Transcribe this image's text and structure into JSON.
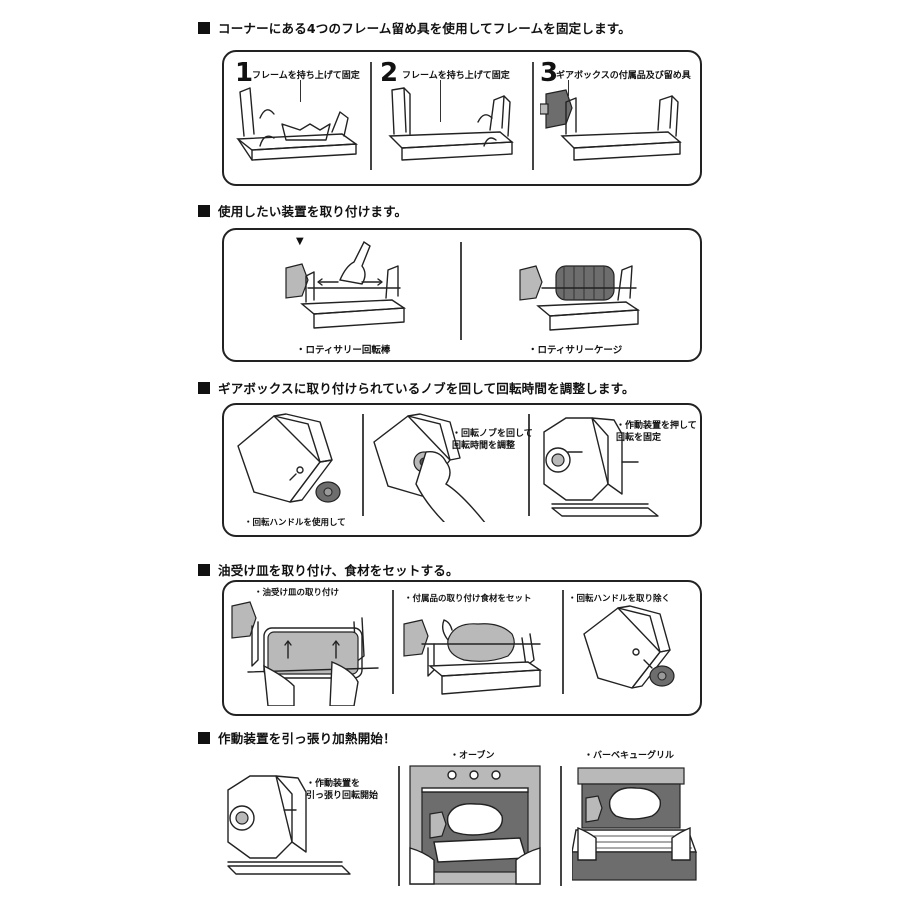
{
  "sections": [
    {
      "title": "コーナーにある4つのフレーム留め具を使用してフレームを固定します。"
    },
    {
      "title": "使用したい装置を取り付けます。"
    },
    {
      "title": "ギアボックスに取り付けられているノブを回して回転時間を調整します。"
    },
    {
      "title": "油受け皿を取り付け、食材をセットする。"
    },
    {
      "title": "作動装置を引っ張り加熱開始！"
    }
  ],
  "step1": {
    "steps": [
      {
        "num": "1",
        "label": "フレームを持ち上げて固定"
      },
      {
        "num": "2",
        "label": "フレームを持ち上げて固定"
      },
      {
        "num": "3",
        "label": "ギアボックスの付属品及び留め具"
      }
    ]
  },
  "step2": {
    "marker": "▼",
    "captions": [
      "・ロティサリー回転棒",
      "・ロティサリーケージ"
    ]
  },
  "step3": {
    "captions": [
      "・回転ハンドルを使用して",
      "・回転ノブを回して\n回転時間を調整",
      "・作動装置を押して\n回転を固定"
    ]
  },
  "step4": {
    "captions": [
      "・油受け皿の取り付け",
      "・付属品の取り付け食材をセット",
      "・回転ハンドルを取り除く"
    ]
  },
  "step5": {
    "captions": [
      "・作動装置を\n引っ張り回転開始",
      "・オーブン",
      "・バーベキューグリル"
    ]
  }
}
